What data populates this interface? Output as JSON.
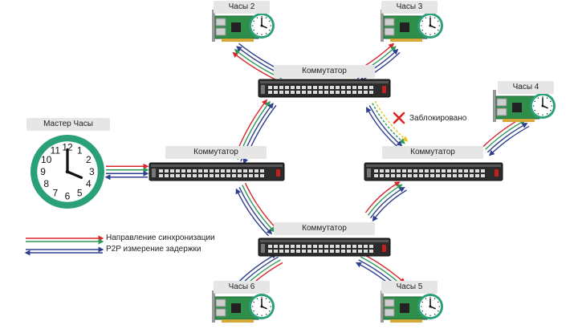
{
  "nodes": {
    "master": {
      "label": "Мастер Часы"
    },
    "switch_top": {
      "label": "Коммутатор"
    },
    "switch_left": {
      "label": "Коммутатор"
    },
    "switch_right": {
      "label": "Коммутатор"
    },
    "switch_bottom": {
      "label": "Коммутатор"
    },
    "clock2": {
      "label": "Часы 2"
    },
    "clock3": {
      "label": "Часы 3"
    },
    "clock4": {
      "label": "Часы 4"
    },
    "clock5": {
      "label": "Часы 5"
    },
    "clock6": {
      "label": "Часы 6"
    }
  },
  "blocked": {
    "label": "Заблокировано"
  },
  "legend": {
    "sync": "Направление синхронизации",
    "p2p": "P2P измерение задержки"
  },
  "master_clock_numbers": [
    "12",
    "1",
    "2",
    "3",
    "4",
    "5",
    "6",
    "7",
    "8",
    "9",
    "10",
    "11"
  ],
  "colors": {
    "sync_red": "#d9262b",
    "sync_green": "#2e9a55",
    "p2p_blue": "#2f3f8f",
    "blocked_yellow": "#e8c320",
    "clock_face": "#2aa07a",
    "card_board": "#2f8f4a",
    "switch_body": "#2b2b2b"
  },
  "icons": [
    "clock-icon",
    "network-card-icon",
    "switch-icon",
    "blocked-x-icon"
  ]
}
